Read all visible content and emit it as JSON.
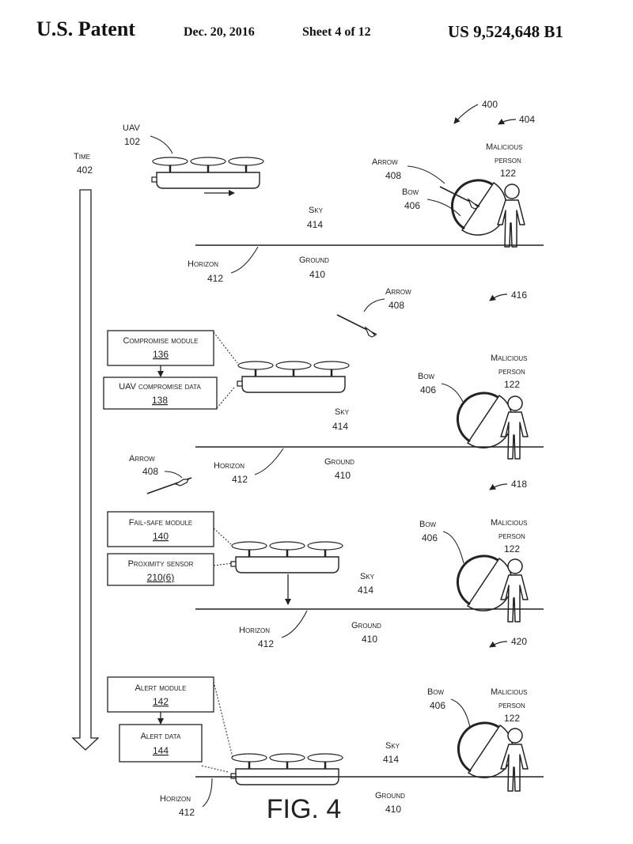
{
  "header": {
    "left": "U.S. Patent",
    "date": "Dec. 20, 2016",
    "sheet": "Sheet 4 of 12",
    "number": "US 9,524,648 B1"
  },
  "figure": {
    "caption": "FIG. 4",
    "refs": {
      "r400": "400",
      "r404": "404",
      "r416": "416",
      "r418": "418",
      "r420": "420"
    },
    "time": {
      "label": "Time",
      "num": "402"
    },
    "uav": {
      "label": "UAV",
      "num": "102"
    },
    "arrow": {
      "label": "Arrow",
      "num": "408"
    },
    "bow": {
      "label": "Bow",
      "num": "406"
    },
    "person": {
      "line1": "Malicious",
      "line2": "person",
      "num": "122"
    },
    "sky": {
      "label": "Sky",
      "num": "414"
    },
    "ground": {
      "label": "Ground",
      "num": "410"
    },
    "horizon": {
      "label": "Horizon",
      "num": "412"
    },
    "modules": {
      "compromise": {
        "label": "Compromise module",
        "num": "136"
      },
      "compromise_data": {
        "label": "UAV compromise data",
        "num": "138"
      },
      "failsafe": {
        "label": "Fail-safe module",
        "num": "140"
      },
      "proximity": {
        "label": "Proximity sensor",
        "num": "210(6)"
      },
      "alert": {
        "label": "Alert module",
        "num": "142"
      },
      "alert_data": {
        "label": "Alert data",
        "num": "144"
      }
    }
  }
}
